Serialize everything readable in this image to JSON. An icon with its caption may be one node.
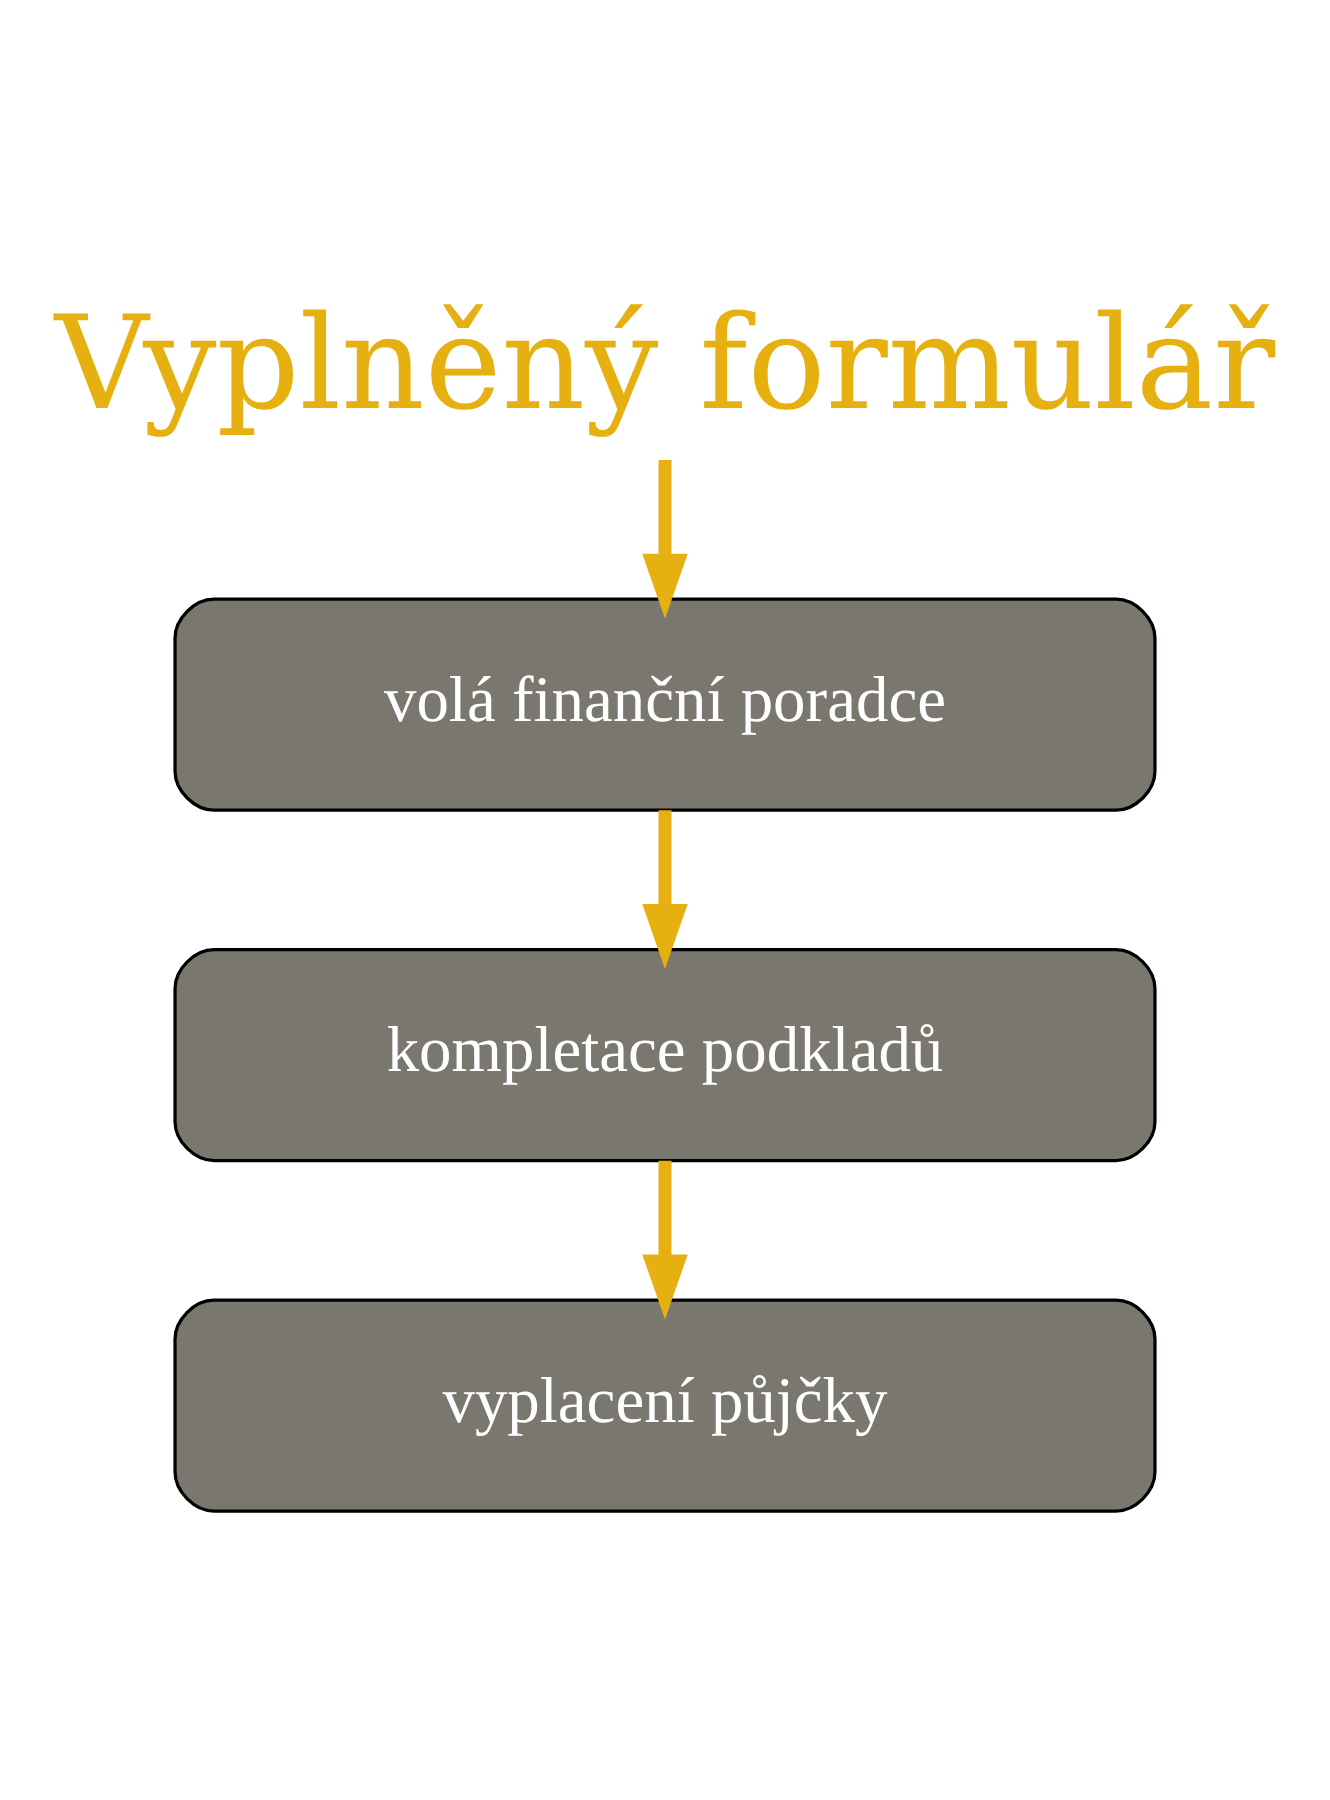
{
  "diagram": {
    "nodes": [
      {
        "text": [
          "Vyplněný formulář"
        ]
      },
      {
        "text": [
          "volá finanční poradce"
        ]
      },
      {
        "text": [
          "kompletace podkladů"
        ]
      },
      {
        "text": [
          "vyplacení půjčky"
        ]
      }
    ],
    "edges": [
      {
        "from": 0,
        "to": 1,
        "arrow": "to"
      },
      {
        "from": 1,
        "to": 2,
        "arrow": "to"
      },
      {
        "from": 2,
        "to": 3,
        "arrow": "to"
      }
    ]
  }
}
